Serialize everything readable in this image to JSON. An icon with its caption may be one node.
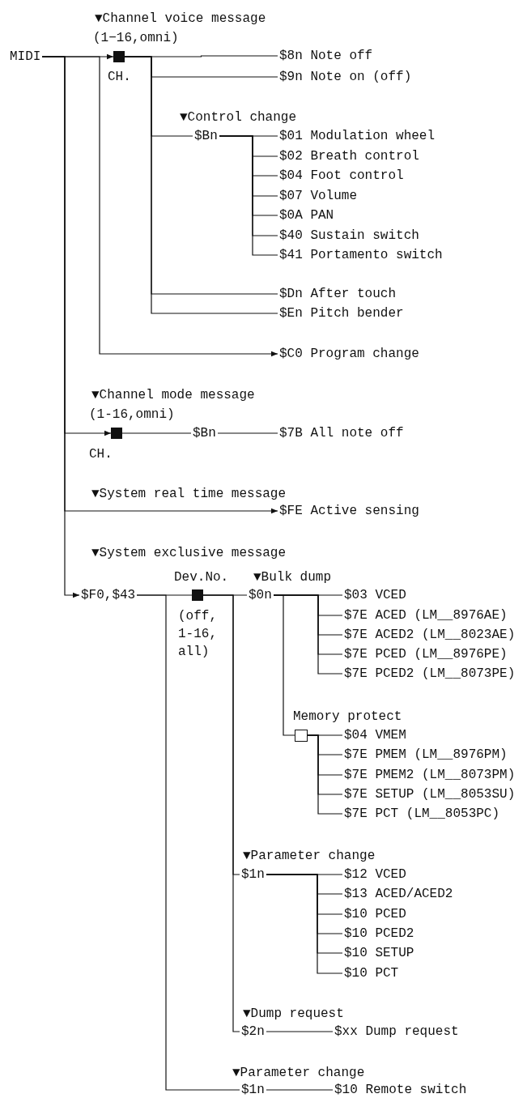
{
  "diagram": {
    "nodes": [
      {
        "text": [
          "MIDI"
        ]
      },
      {
        "text": [],
        "shape": "box"
      },
      {
        "text": [
          "$8n Note off"
        ]
      },
      {
        "text": [
          "$9n Note on (off)"
        ]
      },
      {
        "text": [
          "$Bn"
        ]
      },
      {
        "text": [
          "$01 Modulation wheel"
        ]
      },
      {
        "text": [
          "$02 Breath control"
        ]
      },
      {
        "text": [
          "$04 Foot control"
        ]
      },
      {
        "text": [
          "$07 Volume"
        ]
      },
      {
        "text": [
          "$0A PAN"
        ]
      },
      {
        "text": [
          "$40 Sustain switch"
        ]
      },
      {
        "text": [
          "$41 Portamento switch"
        ]
      },
      {
        "text": [
          "$Dn After touch"
        ]
      },
      {
        "text": [
          "$En Pitch bender"
        ]
      },
      {
        "text": [
          "$C0 Program change"
        ]
      },
      {
        "text": [],
        "shape": "box"
      },
      {
        "text": [
          "$Bn"
        ]
      },
      {
        "text": [
          "$7B All note off"
        ]
      },
      {
        "text": [
          "$FE Active sensing"
        ]
      },
      {
        "text": [
          "$F0,$43"
        ]
      },
      {
        "text": [],
        "shape": "box"
      },
      {
        "text": [
          "$0n"
        ]
      },
      {
        "text": [
          "$03 VCED"
        ]
      },
      {
        "text": [
          "$7E ACED (LM__8976AE)"
        ]
      },
      {
        "text": [
          "$7E ACED2 (LM__8023AE)"
        ]
      },
      {
        "text": [
          "$7E PCED (LM__8976PE)"
        ]
      },
      {
        "text": [
          "$7E PCED2 (LM__8073PE)"
        ]
      },
      {
        "text": [],
        "shape": "box"
      },
      {
        "text": [
          "$04 VMEM"
        ]
      },
      {
        "text": [
          "$7E PMEM (LM__8976PM)"
        ]
      },
      {
        "text": [
          "$7E PMEM2 (LM__8073PM)"
        ]
      },
      {
        "text": [
          "$7E SETUP (LM__8053SU)"
        ]
      },
      {
        "text": [
          "$7E PCT (LM__8053PC)"
        ]
      },
      {
        "text": [
          "$1n"
        ]
      },
      {
        "text": [
          "$12 VCED"
        ]
      },
      {
        "text": [
          "$13 ACED/ACED2"
        ]
      },
      {
        "text": [
          "$10 PCED"
        ]
      },
      {
        "text": [
          "$10 PCED2"
        ]
      },
      {
        "text": [
          "$10 SETUP"
        ]
      },
      {
        "text": [
          "$10 PCT"
        ]
      },
      {
        "text": [
          "$2n"
        ]
      },
      {
        "text": [
          "$xx Dump request"
        ]
      },
      {
        "text": [
          "$1n"
        ]
      },
      {
        "text": [
          "$10 Remote switch"
        ]
      }
    ],
    "edges": [
      {
        "from": 0,
        "to": 1,
        "arrow": "to"
      },
      {
        "from": 1,
        "to": 2,
        "arrow": "none"
      },
      {
        "from": 1,
        "to": 3,
        "arrow": "none"
      },
      {
        "from": 1,
        "to": 4,
        "arrow": "none"
      },
      {
        "from": 4,
        "to": 5,
        "arrow": "none"
      },
      {
        "from": 4,
        "to": 6,
        "arrow": "none"
      },
      {
        "from": 4,
        "to": 7,
        "arrow": "none"
      },
      {
        "from": 4,
        "to": 8,
        "arrow": "none"
      },
      {
        "from": 4,
        "to": 9,
        "arrow": "none"
      },
      {
        "from": 4,
        "to": 10,
        "arrow": "none"
      },
      {
        "from": 4,
        "to": 11,
        "arrow": "none"
      },
      {
        "from": 1,
        "to": 12,
        "arrow": "none"
      },
      {
        "from": 1,
        "to": 13,
        "arrow": "none"
      },
      {
        "from": 0,
        "to": 14,
        "arrow": "to"
      },
      {
        "from": 0,
        "to": 15,
        "arrow": "to"
      },
      {
        "from": 15,
        "to": 16,
        "arrow": "none"
      },
      {
        "from": 16,
        "to": 17,
        "arrow": "none"
      },
      {
        "from": 0,
        "to": 18,
        "arrow": "to"
      },
      {
        "from": 0,
        "to": 19,
        "arrow": "to"
      },
      {
        "from": 19,
        "to": 20,
        "arrow": "none"
      },
      {
        "from": 20,
        "to": 21,
        "arrow": "none"
      },
      {
        "from": 21,
        "to": 22,
        "arrow": "none"
      },
      {
        "from": 21,
        "to": 23,
        "arrow": "none"
      },
      {
        "from": 21,
        "to": 24,
        "arrow": "none"
      },
      {
        "from": 21,
        "to": 25,
        "arrow": "none"
      },
      {
        "from": 21,
        "to": 26,
        "arrow": "none"
      },
      {
        "from": 21,
        "to": 27,
        "arrow": "none"
      },
      {
        "from": 27,
        "to": 28,
        "arrow": "none"
      },
      {
        "from": 27,
        "to": 29,
        "arrow": "none"
      },
      {
        "from": 27,
        "to": 30,
        "arrow": "none"
      },
      {
        "from": 27,
        "to": 31,
        "arrow": "none"
      },
      {
        "from": 27,
        "to": 32,
        "arrow": "none"
      },
      {
        "from": 20,
        "to": 33,
        "arrow": "none"
      },
      {
        "from": 33,
        "to": 34,
        "arrow": "none"
      },
      {
        "from": 33,
        "to": 35,
        "arrow": "none"
      },
      {
        "from": 33,
        "to": 36,
        "arrow": "none"
      },
      {
        "from": 33,
        "to": 37,
        "arrow": "none"
      },
      {
        "from": 33,
        "to": 38,
        "arrow": "none"
      },
      {
        "from": 33,
        "to": 39,
        "arrow": "none"
      },
      {
        "from": 20,
        "to": 40,
        "arrow": "none"
      },
      {
        "from": 40,
        "to": 41,
        "arrow": "none"
      },
      {
        "from": 19,
        "to": 42,
        "arrow": "none"
      },
      {
        "from": 42,
        "to": 43,
        "arrow": "none"
      }
    ],
    "labels": [
      "▼Channel voice message",
      "(1−16,omni)",
      "CH.",
      "▼Control change",
      "▼Channel mode message",
      "(1-16,omni)",
      "CH.",
      "▼System real time message",
      "▼System exclusive message",
      "Dev.No.",
      "▼Bulk dump",
      "(off, 1-16, all)",
      "Memory protect",
      "▼Parameter change",
      "▼Dump request",
      "▼Parameter change"
    ]
  }
}
